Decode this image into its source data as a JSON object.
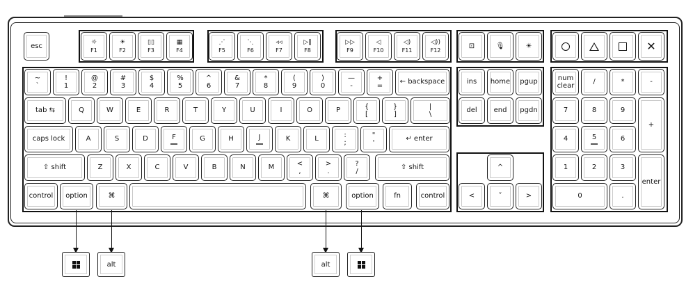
{
  "keyboard": {
    "esc": "esc",
    "fkeys": [
      {
        "icon": "☼",
        "label": "F1"
      },
      {
        "icon": "☀",
        "label": "F2"
      },
      {
        "icon": "▯▯",
        "label": "F3"
      },
      {
        "icon": "▦",
        "label": "F4"
      },
      {
        "icon": "⋰",
        "label": "F5"
      },
      {
        "icon": "⋱",
        "label": "F6"
      },
      {
        "icon": "◃◃",
        "label": "F7"
      },
      {
        "icon": "▷‖",
        "label": "F8"
      },
      {
        "icon": "▷▷",
        "label": "F9"
      },
      {
        "icon": "◁",
        "label": "F10"
      },
      {
        "icon": "◁)",
        "label": "F11"
      },
      {
        "icon": "◁))",
        "label": "F12"
      }
    ],
    "top_right": [
      "⊡",
      "🎙",
      "☀"
    ],
    "shapes": [
      "circle",
      "triangle",
      "square",
      "x"
    ],
    "num_row": [
      {
        "top": "~",
        "bottom": "`"
      },
      {
        "top": "!",
        "bottom": "1"
      },
      {
        "top": "@",
        "bottom": "2"
      },
      {
        "top": "#",
        "bottom": "3"
      },
      {
        "top": "$",
        "bottom": "4"
      },
      {
        "top": "%",
        "bottom": "5"
      },
      {
        "top": "^",
        "bottom": "6"
      },
      {
        "top": "&",
        "bottom": "7"
      },
      {
        "top": "*",
        "bottom": "8"
      },
      {
        "top": "(",
        "bottom": "9"
      },
      {
        "top": ")",
        "bottom": "0"
      },
      {
        "top": "—",
        "bottom": "-"
      },
      {
        "top": "+",
        "bottom": "="
      }
    ],
    "backspace": "← backspace",
    "tab": "tab ⇆",
    "qwerty": [
      "Q",
      "W",
      "E",
      "R",
      "T",
      "Y",
      "U",
      "I",
      "O",
      "P"
    ],
    "brackets": [
      {
        "top": "{",
        "bottom": "["
      },
      {
        "top": "}",
        "bottom": "]"
      },
      {
        "top": "|",
        "bottom": "\\"
      }
    ],
    "caps": "caps lock",
    "asdf": [
      "A",
      "S",
      "D",
      "F",
      "G",
      "H",
      "J",
      "K",
      "L"
    ],
    "semi": [
      {
        "top": ":",
        "bottom": ";"
      },
      {
        "top": "\"",
        "bottom": "'"
      }
    ],
    "enter": "↵ enter",
    "lshift": "⇧ shift",
    "zxcv": [
      "Z",
      "X",
      "C",
      "V",
      "B",
      "N",
      "M"
    ],
    "punct": [
      {
        "top": "<",
        "bottom": ","
      },
      {
        "top": ">",
        "bottom": "."
      },
      {
        "top": "?",
        "bottom": "/"
      }
    ],
    "rshift": "⇧ shift",
    "bottom": {
      "lcontrol": "control",
      "loption": "option",
      "lcmd": "⌘",
      "rcmd": "⌘",
      "roption": "option",
      "fn": "fn",
      "rcontrol": "control"
    },
    "nav": [
      "ins",
      "home",
      "pgup",
      "del",
      "end",
      "pgdn"
    ],
    "arrows": {
      "up": "^",
      "left": "<",
      "down": "˅",
      "right": ">"
    },
    "numpad": {
      "numclear": "num\nclear",
      "slash": "/",
      "star": "*",
      "minus": "-",
      "n7": "7",
      "n8": "8",
      "n9": "9",
      "plus": "+",
      "n4": "4",
      "n5": "5",
      "n6": "6",
      "n1": "1",
      "n2": "2",
      "n3": "3",
      "enter": "enter",
      "n0": "0",
      "dot": "."
    }
  },
  "callouts": {
    "left_win": "windows-key",
    "left_alt": "alt",
    "right_alt": "alt",
    "right_win": "windows-key"
  }
}
